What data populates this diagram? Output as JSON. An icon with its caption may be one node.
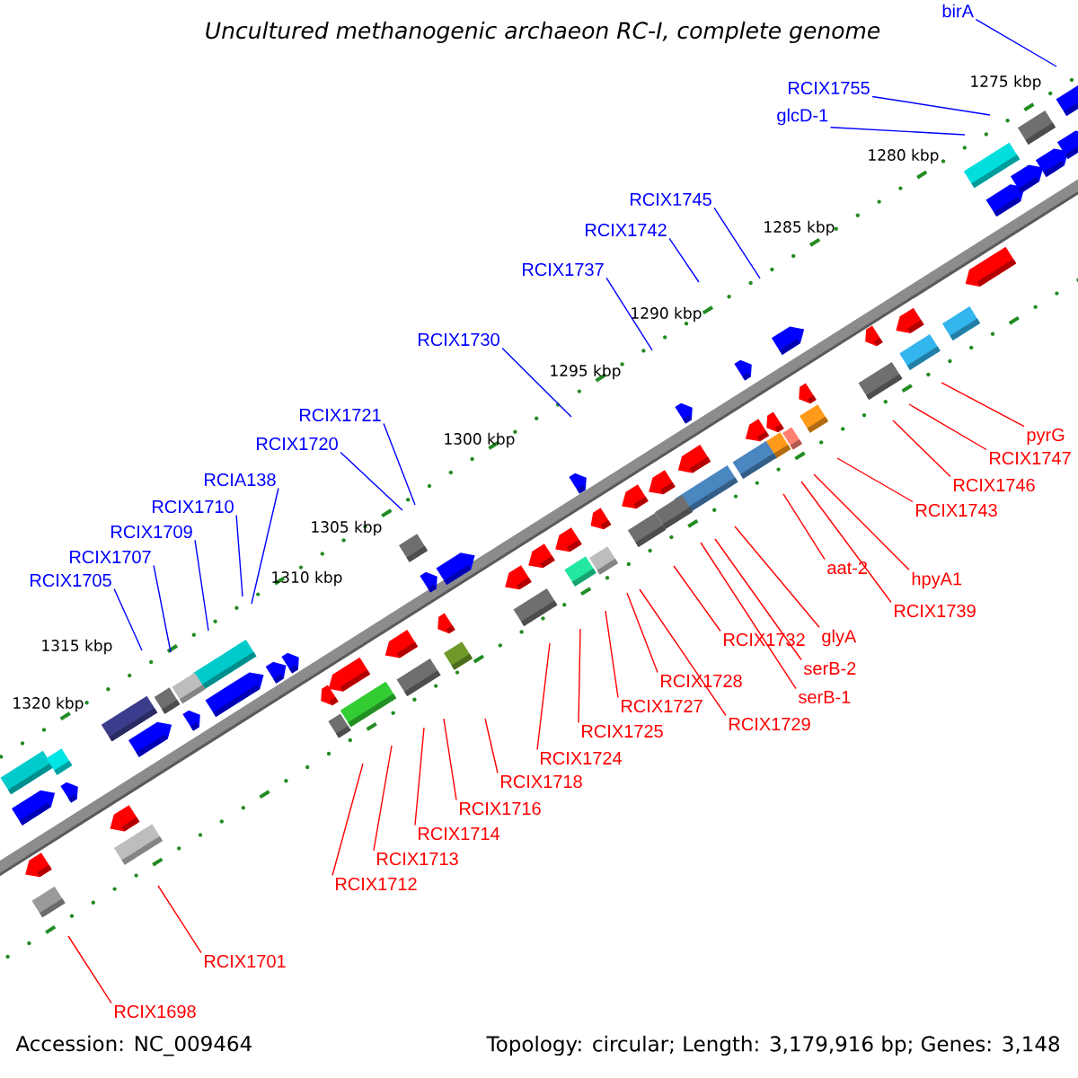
{
  "diagram": {
    "title": "Uncultured methanogenic archaeon RC-I, complete genome",
    "nodes": [
      {
        "text": [
          "birA"
        ]
      },
      {
        "text": [
          "RCIX1755"
        ]
      },
      {
        "text": [
          "glcD-1"
        ]
      },
      {
        "text": [
          "RCIX1745"
        ]
      },
      {
        "text": [
          "RCIX1742"
        ]
      },
      {
        "text": [
          "RCIX1737"
        ]
      },
      {
        "text": [
          "RCIX1730"
        ]
      },
      {
        "text": [
          "RCIX1721"
        ]
      },
      {
        "text": [
          "RCIX1720"
        ]
      },
      {
        "text": [
          "RCIA138"
        ]
      },
      {
        "text": [
          "RCIX1710"
        ]
      },
      {
        "text": [
          "RCIX1709"
        ]
      },
      {
        "text": [
          "RCIX1707"
        ]
      },
      {
        "text": [
          "RCIX1705"
        ]
      },
      {
        "text": [
          "pyrG"
        ]
      },
      {
        "text": [
          "RCIX1747"
        ]
      },
      {
        "text": [
          "RCIX1746"
        ]
      },
      {
        "text": [
          "RCIX1743"
        ]
      },
      {
        "text": [
          "aat-2"
        ]
      },
      {
        "text": [
          "hpyA1"
        ]
      },
      {
        "text": [
          "RCIX1739"
        ]
      },
      {
        "text": [
          "RCIX1732"
        ]
      },
      {
        "text": [
          "glyA"
        ]
      },
      {
        "text": [
          "serB-2"
        ]
      },
      {
        "text": [
          "serB-1"
        ]
      },
      {
        "text": [
          "RCIX1728"
        ]
      },
      {
        "text": [
          "RCIX1727"
        ]
      },
      {
        "text": [
          "RCIX1729"
        ]
      },
      {
        "text": [
          "RCIX1725"
        ]
      },
      {
        "text": [
          "RCIX1724"
        ]
      },
      {
        "text": [
          "RCIX1718"
        ]
      },
      {
        "text": [
          "RCIX1716"
        ]
      },
      {
        "text": [
          "RCIX1714"
        ]
      },
      {
        "text": [
          "RCIX1713"
        ]
      },
      {
        "text": [
          "RCIX1712"
        ]
      },
      {
        "text": [
          "RCIX1701"
        ]
      },
      {
        "text": [
          "RCIX1698"
        ]
      }
    ],
    "edges": [
      {
        "from": 0,
        "to": null,
        "arrow": "none",
        "color": "#0000ff"
      },
      {
        "from": 1,
        "to": null,
        "arrow": "none",
        "color": "#0000ff"
      },
      {
        "from": 2,
        "to": null,
        "arrow": "none",
        "color": "#0000ff"
      },
      {
        "from": 3,
        "to": null,
        "arrow": "none",
        "color": "#0000ff"
      },
      {
        "from": 4,
        "to": null,
        "arrow": "none",
        "color": "#0000ff"
      },
      {
        "from": 5,
        "to": null,
        "arrow": "none",
        "color": "#0000ff"
      },
      {
        "from": 6,
        "to": null,
        "arrow": "none",
        "color": "#0000ff"
      },
      {
        "from": 7,
        "to": null,
        "arrow": "none",
        "color": "#0000ff"
      },
      {
        "from": 8,
        "to": null,
        "arrow": "none",
        "color": "#0000ff"
      },
      {
        "from": 9,
        "to": null,
        "arrow": "none",
        "color": "#0000ff"
      },
      {
        "from": 10,
        "to": null,
        "arrow": "none",
        "color": "#0000ff"
      },
      {
        "from": 11,
        "to": null,
        "arrow": "none",
        "color": "#0000ff"
      },
      {
        "from": 12,
        "to": null,
        "arrow": "none",
        "color": "#0000ff"
      },
      {
        "from": 13,
        "to": null,
        "arrow": "none",
        "color": "#0000ff"
      },
      {
        "from": 14,
        "to": null,
        "arrow": "none"
      },
      {
        "from": 15,
        "to": null,
        "arrow": "none"
      },
      {
        "from": 16,
        "to": null,
        "arrow": "none"
      },
      {
        "from": 17,
        "to": null,
        "arrow": "none"
      },
      {
        "from": 18,
        "to": null,
        "arrow": "none"
      },
      {
        "from": 19,
        "to": null,
        "arrow": "none"
      },
      {
        "from": 20,
        "to": null,
        "arrow": "none"
      },
      {
        "from": 21,
        "to": null,
        "arrow": "none"
      },
      {
        "from": 22,
        "to": null,
        "arrow": "none"
      },
      {
        "from": 23,
        "to": null,
        "arrow": "none"
      },
      {
        "from": 24,
        "to": null,
        "arrow": "none"
      },
      {
        "from": 25,
        "to": null,
        "arrow": "none"
      },
      {
        "from": 26,
        "to": null,
        "arrow": "none"
      },
      {
        "from": 27,
        "to": null,
        "arrow": "none"
      },
      {
        "from": 28,
        "to": null,
        "arrow": "none"
      },
      {
        "from": 29,
        "to": null,
        "arrow": "none"
      },
      {
        "from": 30,
        "to": null,
        "arrow": "none"
      },
      {
        "from": 31,
        "to": null,
        "arrow": "none"
      },
      {
        "from": 32,
        "to": null,
        "arrow": "none"
      },
      {
        "from": 33,
        "to": null,
        "arrow": "none"
      },
      {
        "from": 34,
        "to": null,
        "arrow": "none"
      },
      {
        "from": 35,
        "to": null,
        "arrow": "none"
      },
      {
        "from": 36,
        "to": null,
        "arrow": "none"
      }
    ],
    "labels": [
      "1275 kbp",
      "1280 kbp",
      "1285 kbp",
      "1290 kbp",
      "1295 kbp",
      "1300 kbp",
      "1305 kbp",
      "1310 kbp",
      "1315 kbp",
      "1320 kbp",
      "Accession: NC_009464",
      "Topology: circular; Length: 3,179,916 bp; Genes: 3,148"
    ]
  }
}
